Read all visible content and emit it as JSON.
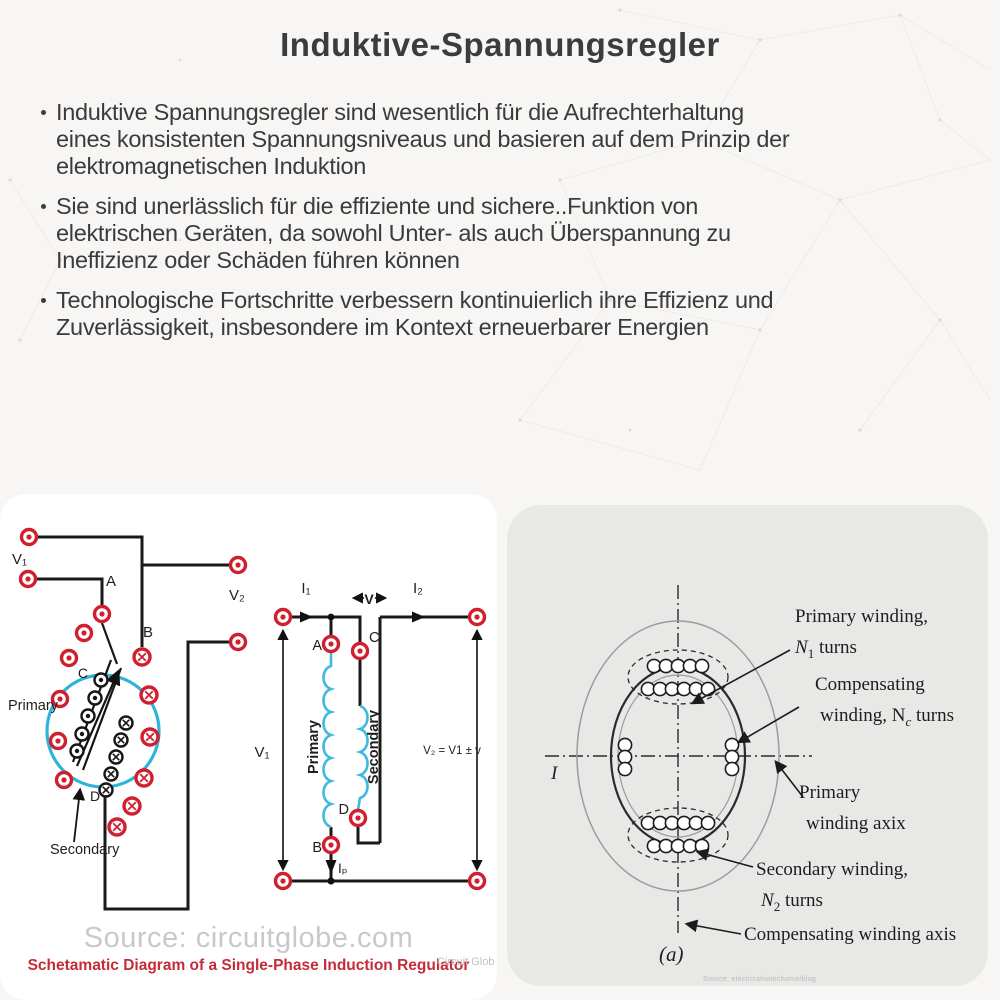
{
  "title": "Induktive-Spannungsregler",
  "bullets": [
    {
      "lines": [
        "Induktive Spannungsregler sind wesentlich für die Aufrechterhaltung",
        "eines konsistenten Spannungsniveaus und basieren auf dem Prinzip der",
        "elektromagnetischen Induktion"
      ]
    },
    {
      "lines": [
        "Sie sind unerlässlich für die effiziente und sichere..Funktion von",
        "elektrischen Geräten, da sowohl Unter- als auch Überspannung zu",
        "Ineffizienz oder Schäden führen können"
      ]
    },
    {
      "lines": [
        "Technologische Fortschritte verbessern kontinuierlich ihre Effizienz und",
        "Zuverlässigkeit, insbesondere im Kontext erneuerbarer Energien"
      ]
    }
  ],
  "left_figure": {
    "stator": {
      "v1": "V₁",
      "v2": "V₂",
      "a": "A",
      "b": "B",
      "c": "C",
      "d": "D",
      "primary": "Primary",
      "secondary": "Secondary"
    },
    "circuit": {
      "i1": "I₁",
      "i2": "I₂",
      "v": "V",
      "a": "A",
      "b": "B",
      "c": "C",
      "d": "D",
      "ip": "Iₚ",
      "v1": "V₁",
      "v2_eq": "V₂ = V1 ± v",
      "primary": "Primary",
      "secondary": "Secondary"
    },
    "watermark": "Source: circuitglobe.com",
    "caption": "Schetamatic Diagram of a Single-Phase Induction Regulator",
    "brand": "Circuit Glob"
  },
  "right_figure": {
    "axis_current": "I",
    "primary_line1": "Primary winding,",
    "n1_pre": "N",
    "n1_sub": "1",
    "n1_post": " turns",
    "comp_line1": "Compensating",
    "comp_pre": "winding, N",
    "comp_sub": "c",
    "comp_post": " turns",
    "paxis_line1": "Primary",
    "paxis_line2": "winding axix",
    "sec_line1": "Secondary winding,",
    "n2_pre": "N",
    "n2_sub": "2",
    "n2_post": " turns",
    "caxis": "Compensating winding axis",
    "sub_label": "(a)",
    "source": "Source: electricalnotechome/blog"
  },
  "colors": {
    "accent_red": "#d01f2f",
    "stator_cyan": "#2fb3d9",
    "caption_red": "#c52b38",
    "card_gray": "#e8e8e7"
  }
}
